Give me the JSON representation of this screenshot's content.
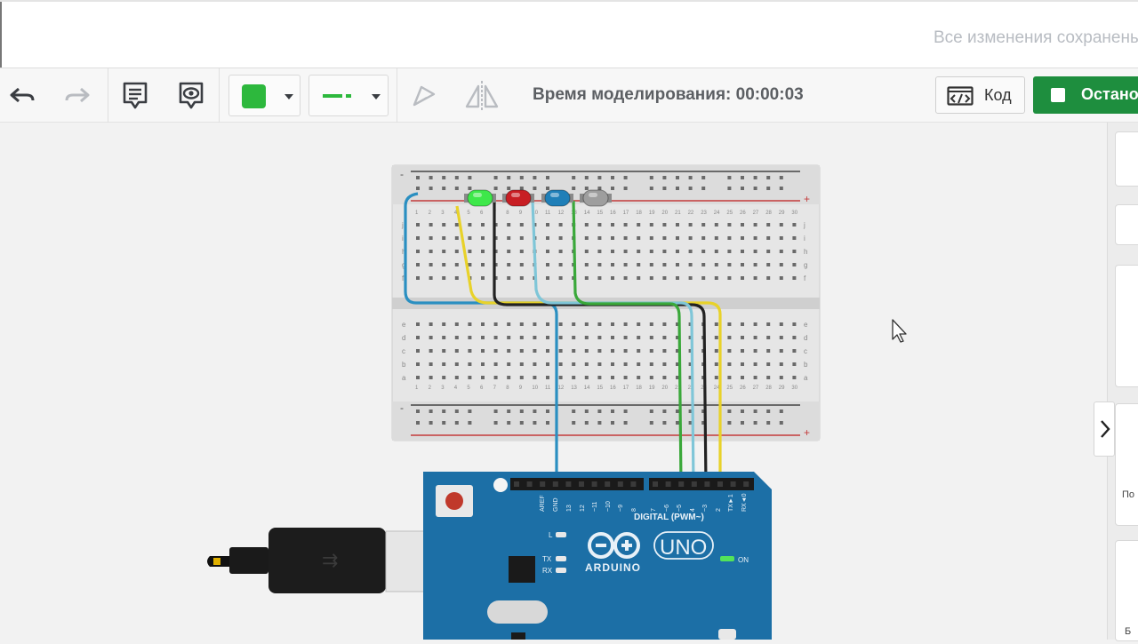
{
  "header": {
    "save_status": "Все изменения сохранены"
  },
  "toolbar": {
    "undo": "undo-icon",
    "redo": "redo-icon",
    "notes": "notes-icon",
    "visibility": "eye-icon",
    "fill_color": "#2db83d",
    "line_style": "line-style-icon",
    "simulation_time_label": "Время моделирования: 00:00:03",
    "code_label": "Код",
    "stop_label": "Остановить"
  },
  "right_panel": {
    "label1": "По",
    "label2": "Б"
  },
  "board": {
    "name": "UNO",
    "brand": "ARDUINO",
    "digital_label": "DIGITAL (PWM~)",
    "on_label": "ON",
    "led_l": "L",
    "led_tx": "TX",
    "led_rx": "RX",
    "aref": "AREF",
    "gnd": "GND",
    "pins": [
      "13",
      "12",
      "~11",
      "~10",
      "~9",
      "8",
      "7",
      "~6",
      "~5",
      "4",
      "~3",
      "2",
      "TX►1",
      "RX◄0"
    ]
  },
  "breadboard": {
    "columns": [
      "1",
      "2",
      "3",
      "4",
      "5",
      "6",
      "7",
      "8",
      "9",
      "10",
      "11",
      "12",
      "13",
      "14",
      "15",
      "16",
      "17",
      "18",
      "19",
      "20",
      "21",
      "22",
      "23",
      "24",
      "25",
      "26",
      "27",
      "28",
      "29",
      "30"
    ],
    "rows_top": [
      "j",
      "i",
      "h",
      "g",
      "f"
    ],
    "rows_bottom": [
      "e",
      "d",
      "c",
      "b",
      "a"
    ],
    "rail_minus": "-",
    "rail_plus": "+"
  },
  "leds": [
    {
      "color": "#3ee84a"
    },
    {
      "color": "#c81e24"
    },
    {
      "color": "#1f7fb8"
    },
    {
      "color": "#9e9e9e"
    }
  ],
  "wire_colors": {
    "blue": "#2a8fc1",
    "yellow": "#e8d22a",
    "black": "#222222",
    "lightblue": "#7fc6d8",
    "green": "#3aa83a"
  }
}
